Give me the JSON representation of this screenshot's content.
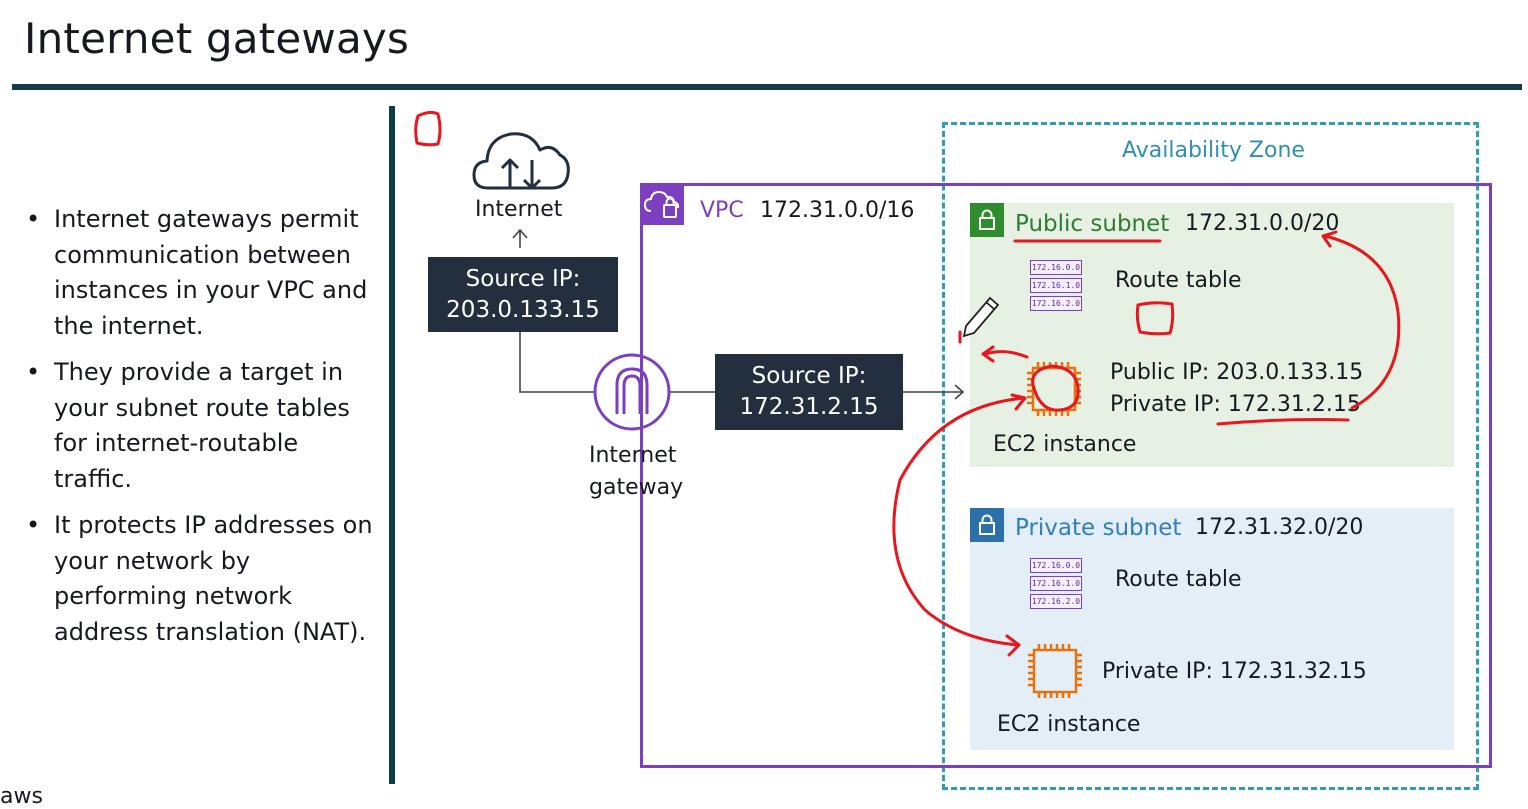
{
  "title": "Internet gateways",
  "bullets": [
    "Internet gateways permit communication between instances in your VPC and the internet.",
    "They provide a target in your subnet route tables for internet-routable traffic.",
    "It protects IP addresses on your network by performing network address translation (NAT)."
  ],
  "footer_logo": "aws",
  "diagram": {
    "internet_label": "Internet",
    "source_ip_outer": {
      "label": "Source IP:",
      "value": "203.0.133.15"
    },
    "source_ip_inner": {
      "label": "Source IP:",
      "value": "172.31.2.15"
    },
    "gateway_label_line1": "Internet",
    "gateway_label_line2": "gateway",
    "vpc_label": "VPC",
    "vpc_cidr": "172.31.0.0/16",
    "az_label": "Availability Zone",
    "public_subnet": {
      "label": "Public subnet",
      "cidr": "172.31.0.0/20",
      "route_table_label": "Route table",
      "route_rows": [
        "172.16.0.0",
        "172.16.1.0",
        "172.16.2.0"
      ],
      "public_ip": "Public IP: 203.0.133.15",
      "private_ip_prefix": "Private IP: ",
      "private_ip": "172.31.2.15",
      "instance_label": "EC2 instance"
    },
    "private_subnet": {
      "label": "Private subnet",
      "cidr": "172.31.32.0/20",
      "route_table_label": "Route table",
      "route_rows": [
        "172.16.0.0",
        "172.16.1.0",
        "172.16.2.0"
      ],
      "private_ip": "Private IP: 172.31.32.15",
      "instance_label": "EC2 instance"
    }
  },
  "colors": {
    "vpc": "#7b3fbf",
    "availability_zone": "#2f9db5",
    "public_subnet_bg": "#e6f0e3",
    "private_subnet_bg": "#e4eef7",
    "ec2": "#e8710a",
    "annotation": "#e8161d",
    "dark_box": "#232f3e"
  },
  "icons": [
    "cloud-upload-download-icon",
    "internet-gateway-icon",
    "vpc-cloud-lock-icon",
    "lock-icon",
    "ec2-chip-icon",
    "route-table-icon",
    "pencil-cursor-icon"
  ]
}
